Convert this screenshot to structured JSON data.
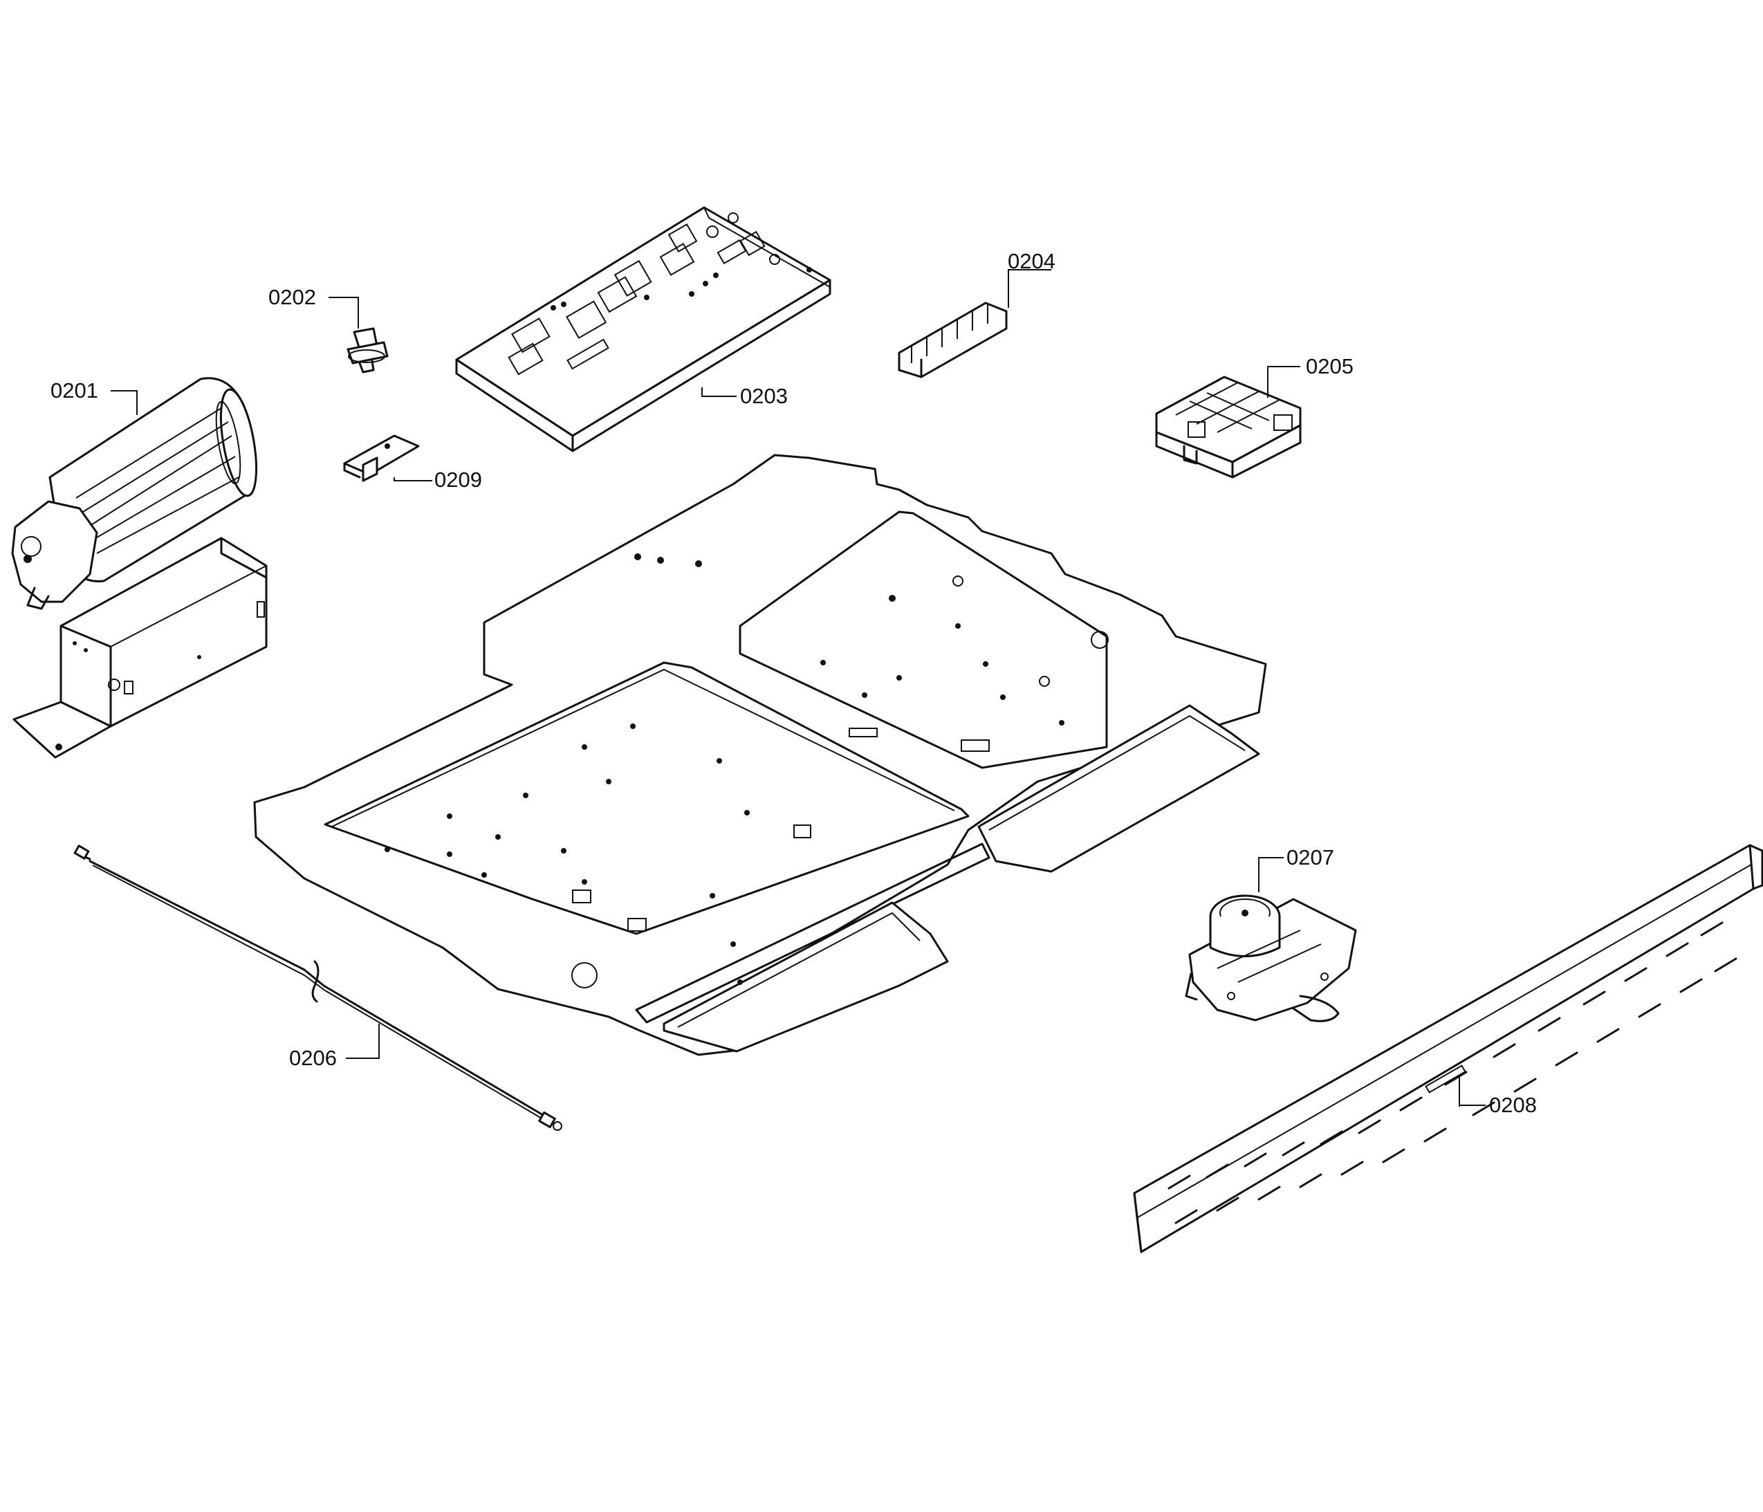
{
  "diagram": {
    "callouts": [
      {
        "id": "fan",
        "label": "0201"
      },
      {
        "id": "thermostat",
        "label": "0202"
      },
      {
        "id": "control-board",
        "label": "0203"
      },
      {
        "id": "terminal-strip",
        "label": "0204"
      },
      {
        "id": "terminal-block",
        "label": "0205"
      },
      {
        "id": "temperature-sensor",
        "label": "0206"
      },
      {
        "id": "door-lock-motor",
        "label": "0207"
      },
      {
        "id": "air-vent-strip",
        "label": "0208"
      },
      {
        "id": "mounting-bracket",
        "label": "0209"
      }
    ]
  }
}
